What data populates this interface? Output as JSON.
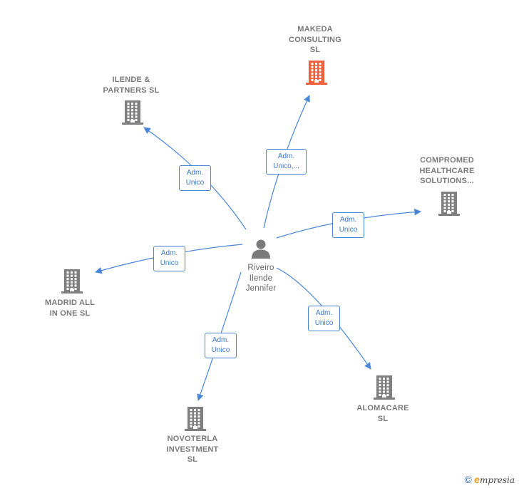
{
  "colors": {
    "edge": "#4a86d8",
    "company": "#7f7f7f",
    "highlight": "#f0603a",
    "person": "#7a7a7a"
  },
  "central": {
    "icon": "person-icon",
    "line1": "Riveiro",
    "line2": "Ilende",
    "line3": "Jennifer"
  },
  "companies": [
    {
      "id": "makeda",
      "lines": [
        "MAKEDA",
        "CONSULTING",
        "SL"
      ],
      "icon": "building-icon",
      "highlight": true,
      "edge_label": [
        "Adm.",
        "Unico,..."
      ]
    },
    {
      "id": "ilende",
      "lines": [
        "ILENDE &",
        "PARTNERS  SL"
      ],
      "icon": "building-icon",
      "highlight": false,
      "edge_label": [
        "Adm.",
        "Unico"
      ]
    },
    {
      "id": "compromed",
      "lines": [
        "COMPROMED",
        "HEALTHCARE",
        "SOLUTIONS..."
      ],
      "icon": "building-icon",
      "highlight": false,
      "edge_label": [
        "Adm.",
        "Unico"
      ]
    },
    {
      "id": "madrid",
      "lines": [
        "MADRID ALL",
        "IN ONE  SL"
      ],
      "icon": "building-icon",
      "highlight": false,
      "edge_label": [
        "Adm.",
        "Unico"
      ]
    },
    {
      "id": "alomacare",
      "lines": [
        "ALOMACARE",
        "SL"
      ],
      "icon": "building-icon",
      "highlight": false,
      "edge_label": [
        "Adm.",
        "Unico"
      ]
    },
    {
      "id": "novoterla",
      "lines": [
        "NOVOTERLA",
        "INVESTMENT",
        "SL"
      ],
      "icon": "building-icon",
      "highlight": false,
      "edge_label": [
        "Adm.",
        "Unico"
      ]
    }
  ],
  "footer": {
    "copyright": "©",
    "brand_initial": "e",
    "brand_rest": "mpresia"
  }
}
